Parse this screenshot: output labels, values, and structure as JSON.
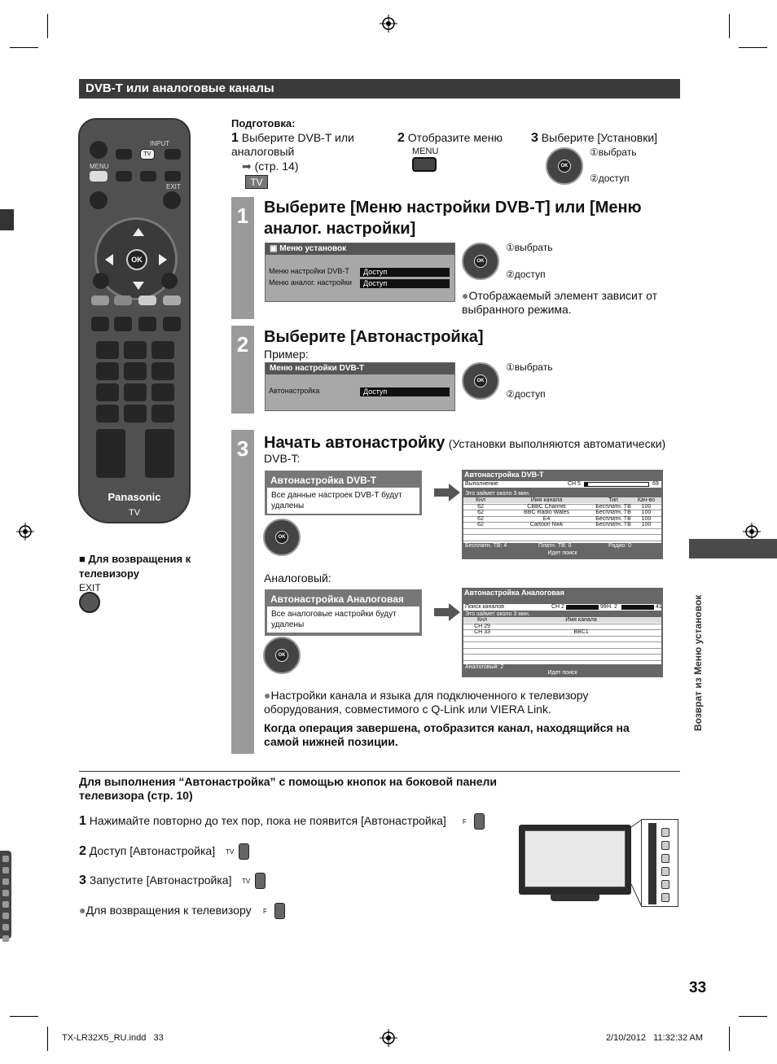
{
  "section_header": "DVB-T или аналоговые каналы",
  "side_tab": "Возврат из Меню установок",
  "remote": {
    "brand": "Panasonic",
    "tv_label": "TV",
    "input_label": "INPUT",
    "tv_button": "TV",
    "menu_label": "MENU",
    "exit_label": "EXIT",
    "ok_label": "OK"
  },
  "return_note": {
    "marker": "■",
    "text": "Для возвращения к телевизору",
    "exit_label": "EXIT"
  },
  "prep": {
    "title": "Подготовка:",
    "s1_num": "1",
    "s1_text": "Выберите DVB-T или аналоговый",
    "s1_ref": "(стр. 14)",
    "s1_tv": "TV",
    "s2_num": "2",
    "s2_text": "Отобразите меню",
    "s2_menu": "MENU",
    "s3_num": "3",
    "s3_text": "Выберите [Установки]",
    "select": "①выбрать",
    "access": "②доступ"
  },
  "ok_label": "OK",
  "select_label": "①выбрать",
  "access_label": "②доступ",
  "step1": {
    "num": "1",
    "title": "Выберите [Меню настройки DVB-T] или [Меню аналог. настройки]",
    "menu_title": "Меню установок",
    "row1_label": "Меню настройки DVB-T",
    "row1_value": "Доступ",
    "row2_label": "Меню аналог. настройки",
    "row2_value": "Доступ",
    "note": "Отображаемый элемент зависит от выбранного режима."
  },
  "step2": {
    "num": "2",
    "title": "Выберите [Автонастройка]",
    "example": "Пример:",
    "menu_title": "Меню настройки DVB-T",
    "row_label": "Автонастройка",
    "row_value": "Доступ"
  },
  "step3": {
    "num": "3",
    "title": "Начать автонастройку",
    "subtitle": "(Установки выполняются автоматически)",
    "dvb_label": "DVB-T:",
    "dvb_popup_title": "Автонастройка DVB-T",
    "dvb_popup_text": "Все данные настроек DVB-T будут удалены",
    "dvb_screen": {
      "title": "Автонастройка DVB-T",
      "progress_label": "Выполнение",
      "progress_ch": "CH 5",
      "progress_end": "69",
      "progress_fraction": 0.05,
      "time_note": "Это займет около 3 мин.",
      "columns": [
        "Кнл",
        "Имя канала",
        "Тип",
        "Кач-во"
      ],
      "rows": [
        [
          "62",
          "CBBC Channel",
          "Бесплатн. ТВ",
          "100"
        ],
        [
          "62",
          "BBC Radio Wales",
          "Бесплатн. ТВ",
          "100"
        ],
        [
          "62",
          "E4",
          "Бесплатн. ТВ",
          "100"
        ],
        [
          "62",
          "Cartoon Nwk",
          "Бесплатн. ТВ",
          "100"
        ]
      ],
      "footer_free": "Бесплатн. ТВ: 4",
      "footer_pay": "Платн. ТВ: 0",
      "footer_radio": "Радио: 0",
      "status": "Идет поиск"
    },
    "analog_label": "Аналоговый:",
    "analog_popup_title": "Автонастройка Аналоговая",
    "analog_popup_text": "Все аналоговые настройки будут удалены",
    "analog_screen": {
      "title": "Автонастройка Аналоговая",
      "search_label": "Поиск каналов",
      "ch_start": "CH 2",
      "ch_mid": "99",
      "h_start": "Н. 2",
      "h_end": "41",
      "time_note": "Это займет около 3 мин.",
      "columns": [
        "Кнл",
        "Имя канала"
      ],
      "rows": [
        [
          "CH 29",
          ""
        ],
        [
          "CH 33",
          "BBC1"
        ]
      ],
      "footer": "Аналоговый: 2",
      "status": "Идет поиск"
    },
    "note": "Настройки канала и языка для подключенного к телевизору оборудования, совместимого с Q-Link или VIERA Link.",
    "bold_note": "Когда операция завершена, отобразится канал, находящийся на самой нижней позиции."
  },
  "side_panel": {
    "title": "Для выполнения “Автонастройка” с помощью кнопок на боковой панели телевизора (стр. 10)",
    "s1_num": "1",
    "s1_text": "Нажимайте повторно до тех пор, пока не появится [Автонастройка]",
    "s1_key": "F",
    "s2_num": "2",
    "s2_text": "Доступ [Автонастройка]",
    "s2_key": "TV",
    "s3_num": "3",
    "s3_text": "Запустите [Автонастройка]",
    "s3_key": "TV",
    "bullet_text": "Для возвращения к телевизору",
    "bullet_key": "F"
  },
  "page_number": "33",
  "footer_file": "TX-LR32X5_RU.indd   33",
  "footer_date": "2/10/2012   11:32:32 AM"
}
